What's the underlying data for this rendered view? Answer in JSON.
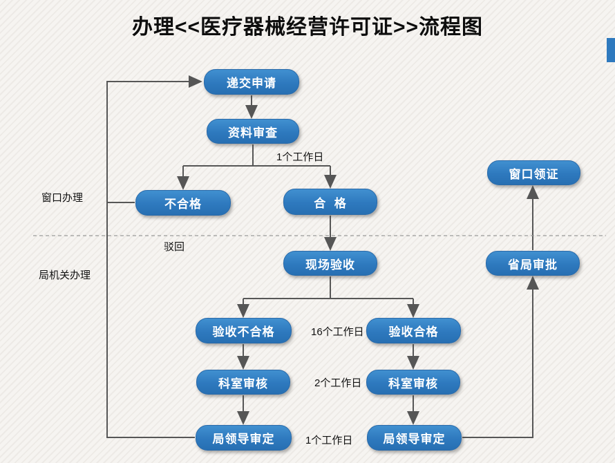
{
  "title": "办理<<医疗器械经营许可证>>流程图",
  "colors": {
    "node_fill": "#2E79BE",
    "node_text": "#FFFFFF",
    "arrow": "#565656",
    "accent_strip": "#2E79BE"
  },
  "lanes": {
    "window": "窗口办理",
    "bureau": "局机关办理"
  },
  "nodes": {
    "submit": "递交申请",
    "review": "资料审查",
    "unqualified": "不合格",
    "qualified": "合  格",
    "collect_license": "窗口领证",
    "site_inspection": "现场验收",
    "provincial_approval": "省局审批",
    "inspect_fail": "验收不合格",
    "inspect_pass": "验收合格",
    "dept_review_left": "科室审核",
    "dept_review_right": "科室审核",
    "leader_approve_left": "局领导审定",
    "leader_approve_right": "局领导审定"
  },
  "labels": {
    "reject": "驳回",
    "review_duration": "1个工作日",
    "inspection_duration": "16个工作日",
    "dept_duration": "2个工作日",
    "leader_duration": "1个工作日"
  }
}
